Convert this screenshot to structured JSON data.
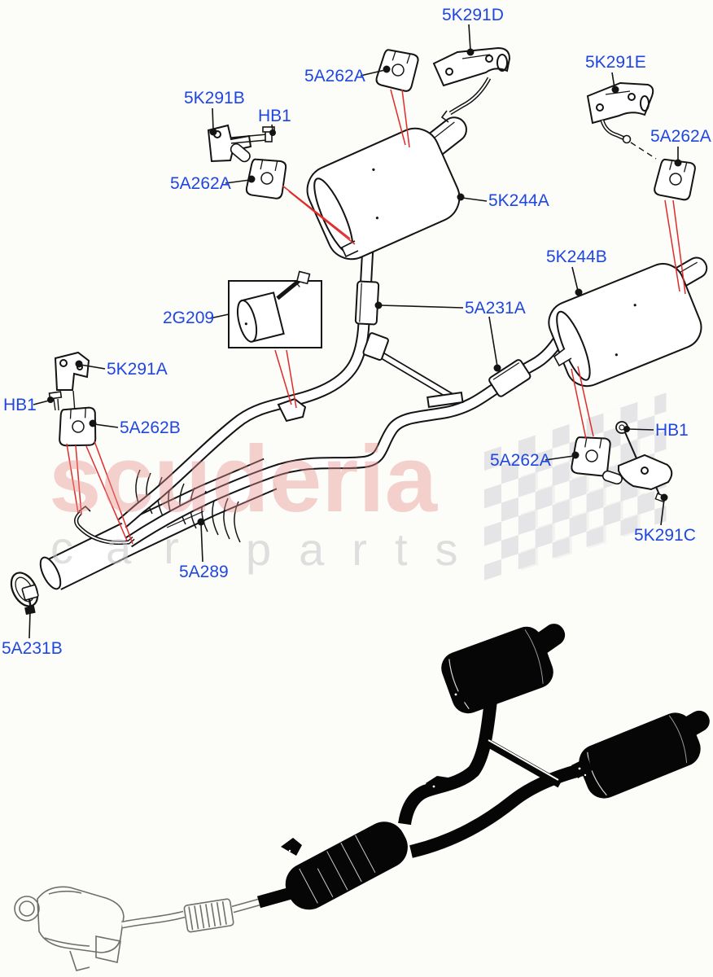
{
  "diagram": {
    "kind": "exhaust-system-parts-diagram",
    "labels": [
      {
        "id": "5K291D",
        "text": "5K291D"
      },
      {
        "id": "5A262A-top",
        "text": "5A262A"
      },
      {
        "id": "5K291E",
        "text": "5K291E"
      },
      {
        "id": "5A262A-right",
        "text": "5A262A"
      },
      {
        "id": "5K291B",
        "text": "5K291B"
      },
      {
        "id": "HB1-top",
        "text": "HB1"
      },
      {
        "id": "5A262A-left",
        "text": "5A262A"
      },
      {
        "id": "5K244A",
        "text": "5K244A"
      },
      {
        "id": "5K244B",
        "text": "5K244B"
      },
      {
        "id": "2G209",
        "text": "2G209"
      },
      {
        "id": "5A231A",
        "text": "5A231A"
      },
      {
        "id": "5K291A",
        "text": "5K291A"
      },
      {
        "id": "HB1-left",
        "text": "HB1"
      },
      {
        "id": "5A262B",
        "text": "5A262B"
      },
      {
        "id": "5A262A-mid",
        "text": "5A262A"
      },
      {
        "id": "HB1-right",
        "text": "HB1"
      },
      {
        "id": "5K291C",
        "text": "5K291C"
      },
      {
        "id": "5A289",
        "text": "5A289"
      },
      {
        "id": "5A231B",
        "text": "5A231B"
      }
    ]
  },
  "watermark": {
    "brand": "scuderia",
    "sub_left": "car",
    "sub_right": "parts"
  },
  "colors": {
    "label_blue": "#1F47E0",
    "callout_red": "#E02B2B",
    "line_dark": "#141414",
    "silhouette_black": "#060606",
    "watermark_pink": "#E98F8F",
    "watermark_gray": "#C7C7CC",
    "checker_gray": "#D9D9DF",
    "background": "#FCFCF8"
  }
}
